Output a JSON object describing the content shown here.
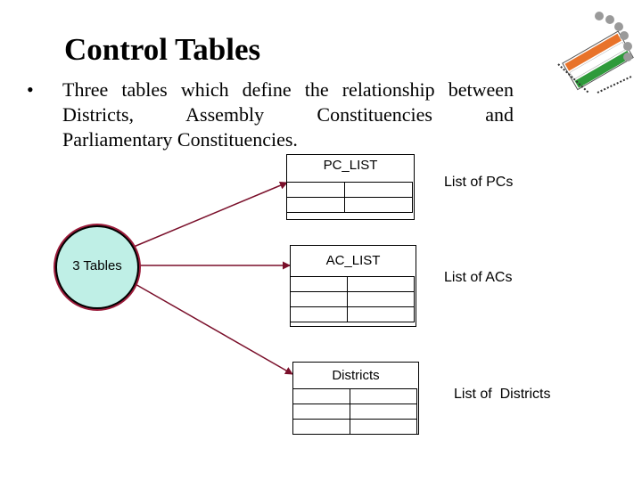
{
  "slide": {
    "title": "Control Tables",
    "bullet_symbol": "•",
    "bullet_lines": [
      "Three tables which define the relationship between",
      "Districts, Assembly Constituencies and",
      "Parliamentary Constituencies."
    ]
  },
  "diagram": {
    "source_node": "3 Tables",
    "tables": [
      {
        "caption": "PC_LIST",
        "description": "List of PCs"
      },
      {
        "caption": "AC_LIST",
        "description": "List of ACs"
      },
      {
        "caption": "Districts",
        "description": "List of  Districts"
      }
    ],
    "arrow_color": "#7a0f2a",
    "node_fill": "#bfefe6"
  },
  "logo": {
    "icon": "ballot-paper-icon",
    "colors": [
      "#e8732a",
      "#ffffff",
      "#2e9a3a"
    ]
  }
}
